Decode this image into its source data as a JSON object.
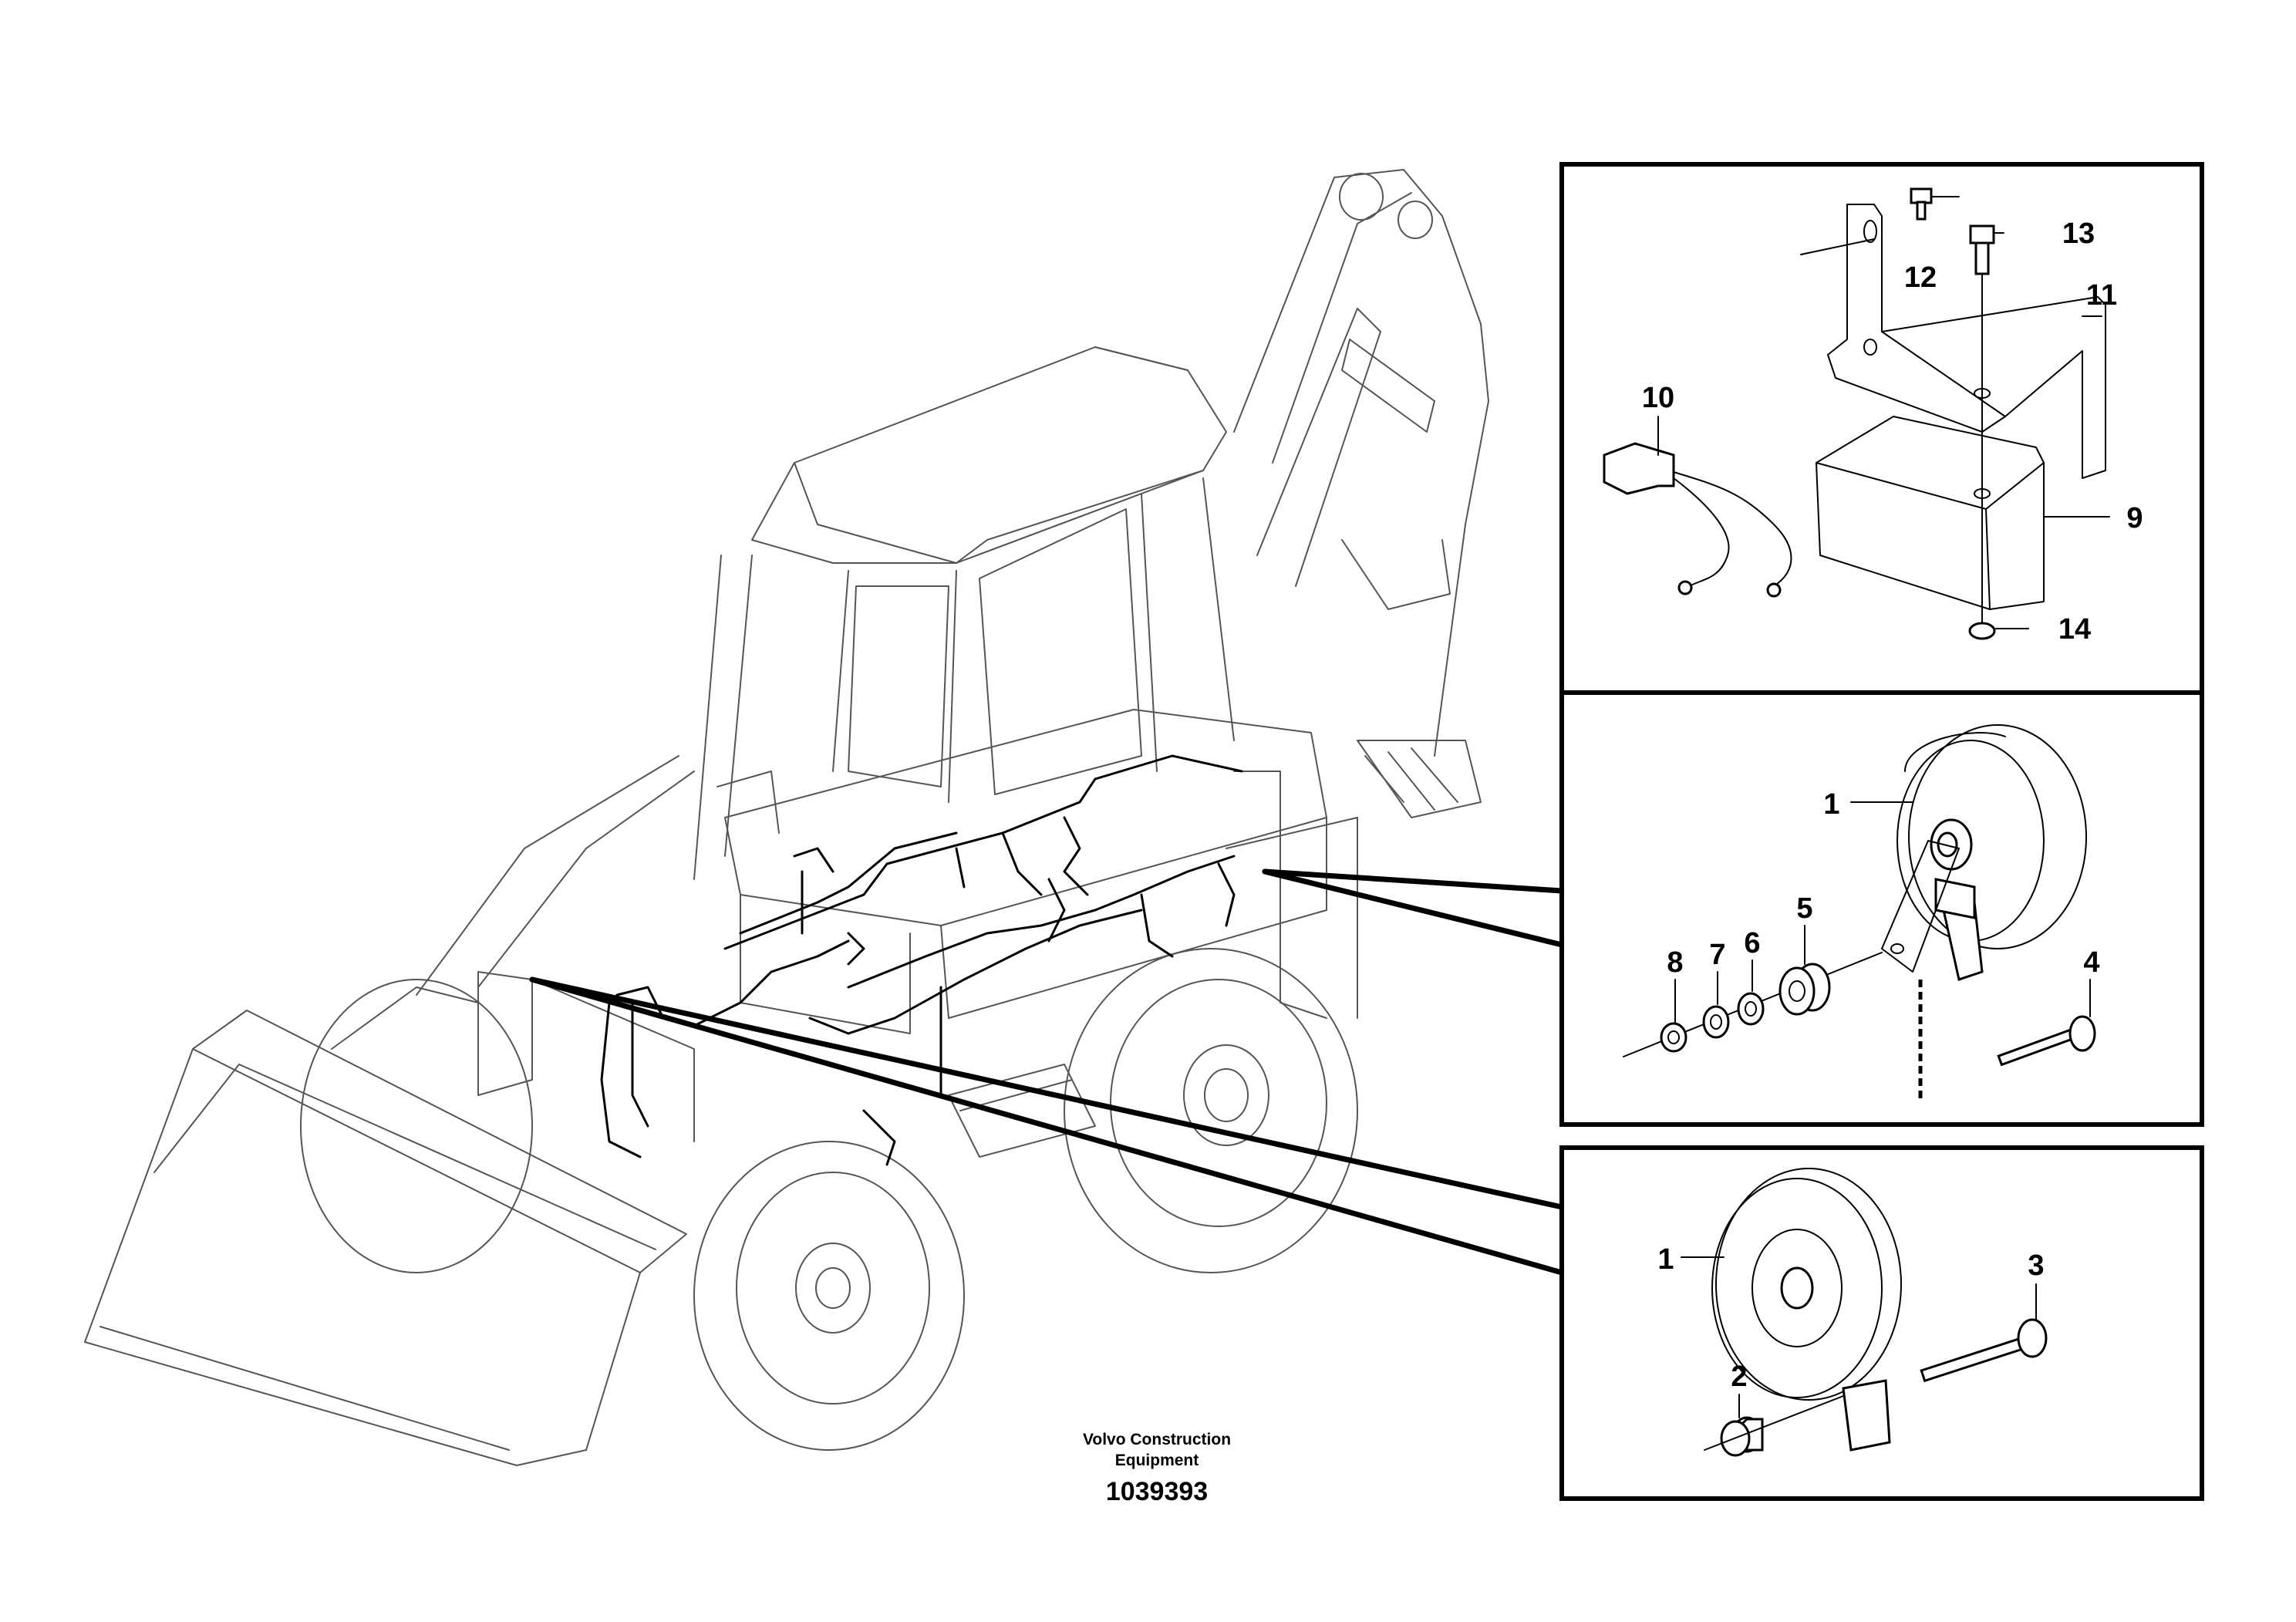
{
  "caption": {
    "company_line1": "Volvo Construction",
    "company_line2": "Equipment",
    "drawing_number": "1039393"
  },
  "callouts": {
    "p1_top": "1",
    "p1_bottom": "1",
    "p2": "2",
    "p3": "3",
    "p4": "4",
    "p5": "5",
    "p6": "6",
    "p7": "7",
    "p8": "8",
    "p9": "9",
    "p10": "10",
    "p11": "11",
    "p12": "12",
    "p13": "13",
    "p14": "14"
  }
}
